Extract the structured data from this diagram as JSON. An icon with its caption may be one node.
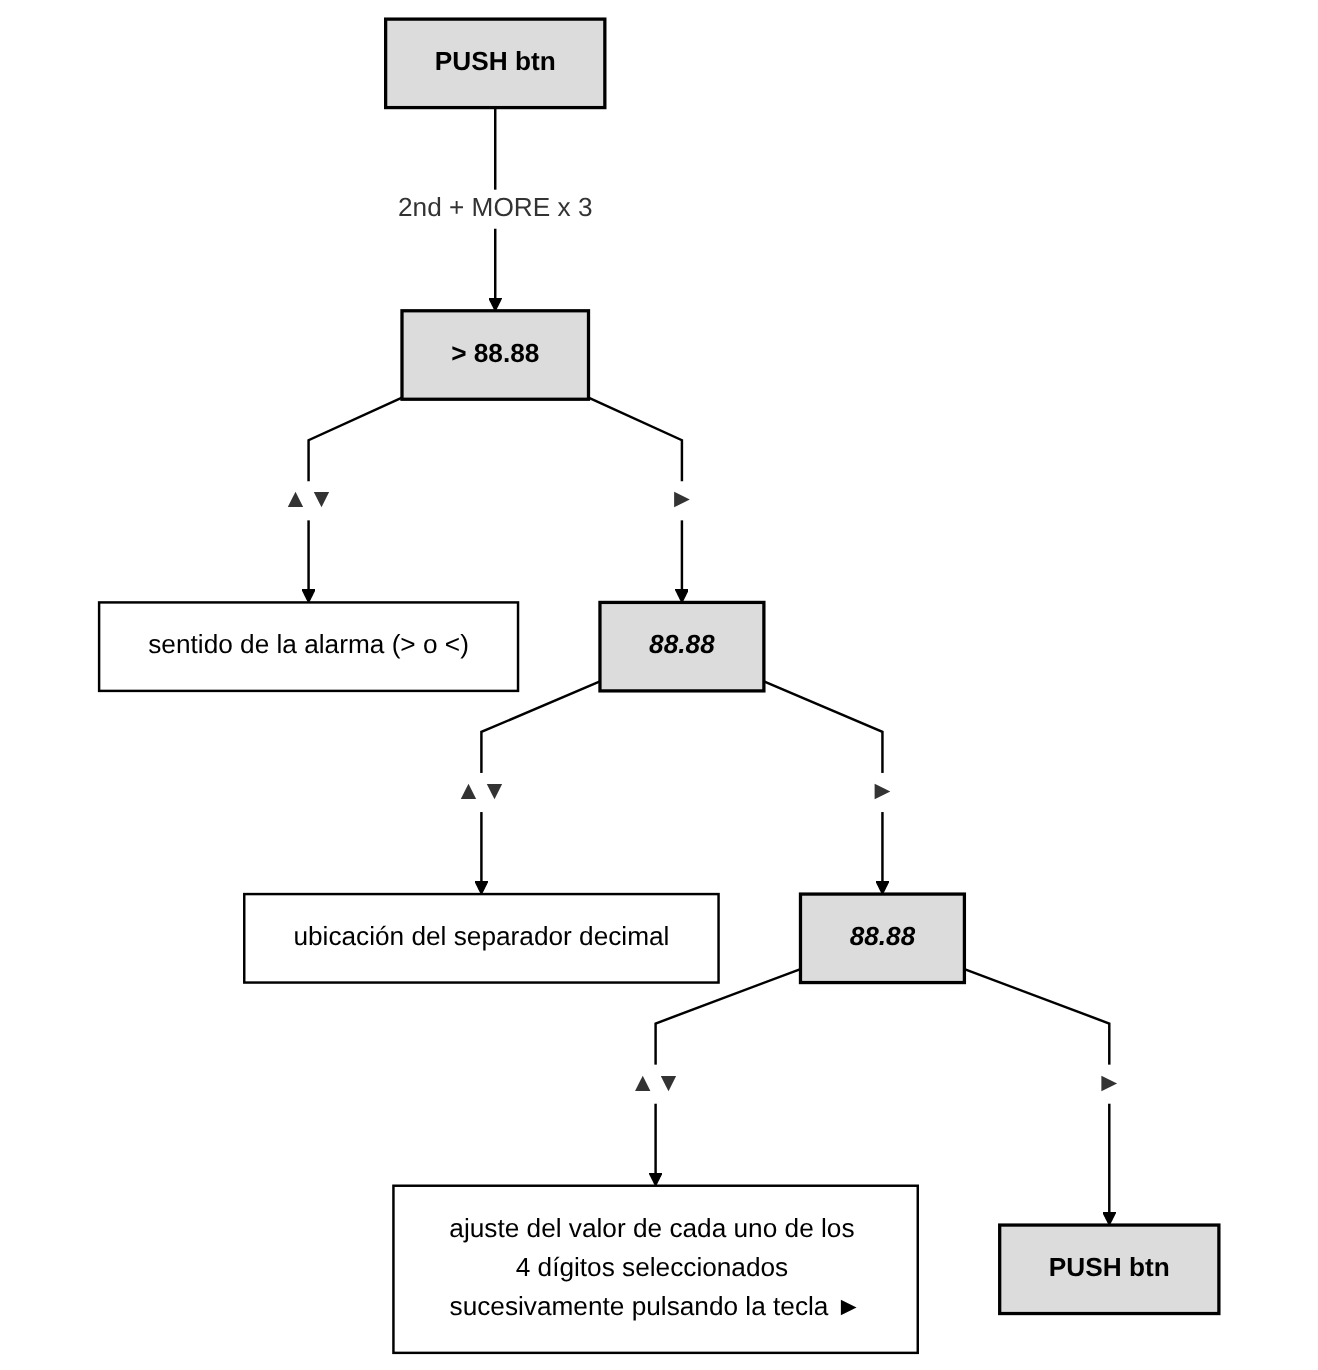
{
  "diagram": {
    "nodes": [
      {
        "text": [
          "PUSH btn"
        ]
      },
      {
        "text": [
          "> 88.88"
        ]
      },
      {
        "text": [
          "sentido de la alarma (> o <)"
        ]
      },
      {
        "text": [
          "88.88"
        ]
      },
      {
        "text": [
          "ubicación del separador decimal"
        ]
      },
      {
        "text": [
          "88.88"
        ]
      },
      {
        "text": [
          "ajuste del valor de cada uno de los 4 dígitos seleccionados sucesivamente pulsando la tecla ►"
        ]
      },
      {
        "text": [
          "PUSH btn"
        ]
      }
    ],
    "edges": [
      {
        "from": 0,
        "to": 1,
        "arrow": "to",
        "label": "2nd + MORE x 3"
      },
      {
        "from": 1,
        "to": 2,
        "arrow": "to",
        "label": "▲▼"
      },
      {
        "from": 1,
        "to": 3,
        "arrow": "to",
        "label": "►"
      },
      {
        "from": 3,
        "to": 4,
        "arrow": "to",
        "label": "▲▼"
      },
      {
        "from": 3,
        "to": 5,
        "arrow": "to",
        "label": "►"
      },
      {
        "from": 5,
        "to": 6,
        "arrow": "to",
        "label": "▲▼"
      },
      {
        "from": 5,
        "to": 7,
        "arrow": "to",
        "label": "►"
      }
    ]
  }
}
